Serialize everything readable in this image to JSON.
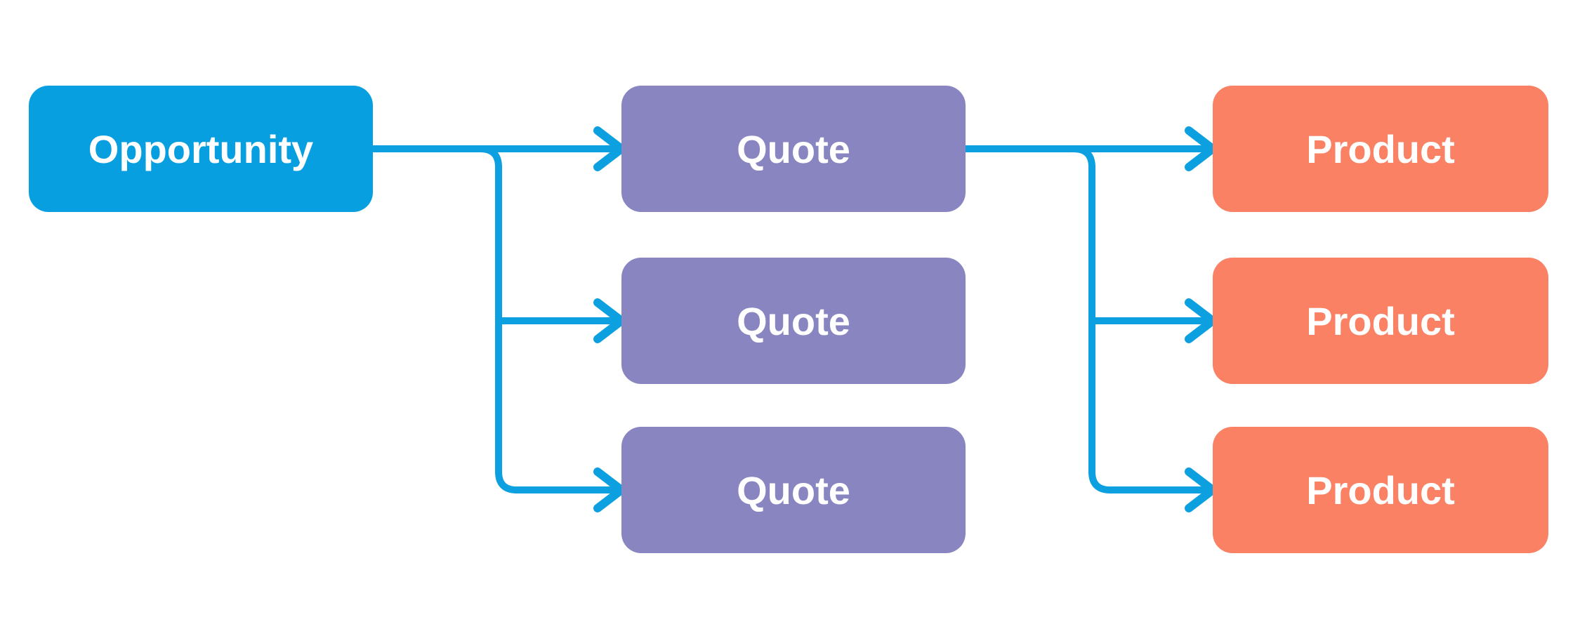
{
  "diagram": {
    "colors": {
      "opportunity": "#089FE0",
      "quote": "#8885C1",
      "product": "#FA8164",
      "connector": "#0DA0E0",
      "label": "#FFFFFF",
      "background": "#FFFFFF"
    },
    "nodes": {
      "opportunity": {
        "label": "Opportunity"
      },
      "quotes": [
        {
          "label": "Quote"
        },
        {
          "label": "Quote"
        },
        {
          "label": "Quote"
        }
      ],
      "products": [
        {
          "label": "Product"
        },
        {
          "label": "Product"
        },
        {
          "label": "Product"
        }
      ]
    },
    "edges": [
      {
        "from": "opportunity",
        "to": "quote-1"
      },
      {
        "from": "opportunity",
        "to": "quote-2"
      },
      {
        "from": "opportunity",
        "to": "quote-3"
      },
      {
        "from": "quote-1",
        "to": "product-1"
      },
      {
        "from": "quote-1",
        "to": "product-2"
      },
      {
        "from": "quote-1",
        "to": "product-3"
      }
    ]
  }
}
